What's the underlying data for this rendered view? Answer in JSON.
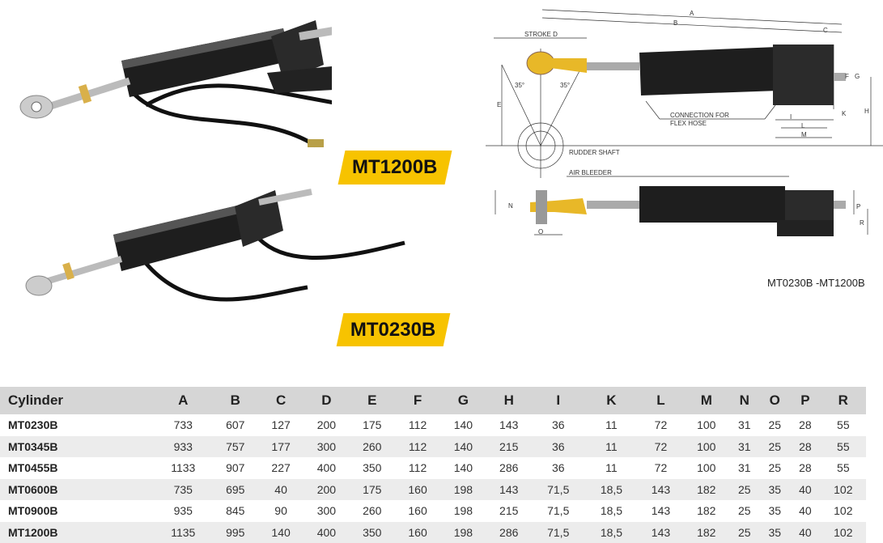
{
  "labels": {
    "top_model": "MT1200B",
    "bottom_model": "MT0230B"
  },
  "drawing": {
    "caption": "MT0230B -MT1200B",
    "dims": {
      "a": "A",
      "b": "B",
      "c": "C",
      "stroke": "STROKE D",
      "angle_left": "35°",
      "angle_right": "35°",
      "e": "E",
      "f": "F",
      "g": "G",
      "h": "H",
      "i": "I",
      "k": "K",
      "l": "L",
      "m": "M",
      "n": "N",
      "o": "O",
      "p": "P",
      "r": "R"
    },
    "notes": {
      "connection": "CONNECTION FOR",
      "flex_hose": "FLEX HOSE",
      "rudder_shaft": "RUDDER SHAFT",
      "air_bleeder": "AIR BLEEDER"
    }
  },
  "table": {
    "headers": [
      "Cylinder",
      "A",
      "B",
      "C",
      "D",
      "E",
      "F",
      "G",
      "H",
      "I",
      "K",
      "L",
      "M",
      "N",
      "O",
      "P",
      "R"
    ],
    "rows": [
      [
        "MT0230B",
        "733",
        "607",
        "127",
        "200",
        "175",
        "112",
        "140",
        "143",
        "36",
        "11",
        "72",
        "100",
        "31",
        "25",
        "28",
        "55"
      ],
      [
        "MT0345B",
        "933",
        "757",
        "177",
        "300",
        "260",
        "112",
        "140",
        "215",
        "36",
        "11",
        "72",
        "100",
        "31",
        "25",
        "28",
        "55"
      ],
      [
        "MT0455B",
        "1133",
        "907",
        "227",
        "400",
        "350",
        "112",
        "140",
        "286",
        "36",
        "11",
        "72",
        "100",
        "31",
        "25",
        "28",
        "55"
      ],
      [
        "MT0600B",
        "735",
        "695",
        "40",
        "200",
        "175",
        "160",
        "198",
        "143",
        "71,5",
        "18,5",
        "143",
        "182",
        "25",
        "35",
        "40",
        "102"
      ],
      [
        "MT0900B",
        "935",
        "845",
        "90",
        "300",
        "260",
        "160",
        "198",
        "215",
        "71,5",
        "18,5",
        "143",
        "182",
        "25",
        "35",
        "40",
        "102"
      ],
      [
        "MT1200B",
        "1135",
        "995",
        "140",
        "400",
        "350",
        "160",
        "198",
        "286",
        "71,5",
        "18,5",
        "143",
        "182",
        "25",
        "35",
        "40",
        "102"
      ]
    ]
  },
  "colors": {
    "badge": "#f7c300",
    "header": "#d6d6d6",
    "alt_row": "#ececec"
  }
}
